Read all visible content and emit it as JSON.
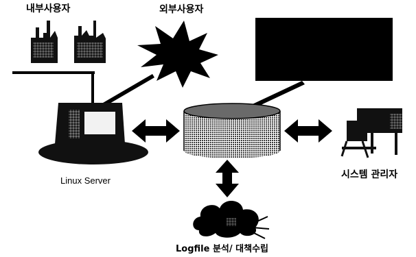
{
  "labels": {
    "internal_users": "내부사용자",
    "external_users": "외부사용자",
    "linux_server": "Linux Server",
    "sys_admin": "시스템 관리자",
    "logfile": "Logfile 분석/ 대책수립"
  },
  "colors": {
    "ink": "#000000",
    "paper": "#ffffff",
    "halftone": "#7a7a7a"
  },
  "icons": {
    "internal_users": "factory-building-icon",
    "external_users": "starburst-icon",
    "linux_server": "computer-terminal-icon",
    "storage": "database-cylinder-icon",
    "sys_admin": "desk-chair-icon",
    "logfile": "cloud-person-icon",
    "display": "monitor-screen-block"
  }
}
